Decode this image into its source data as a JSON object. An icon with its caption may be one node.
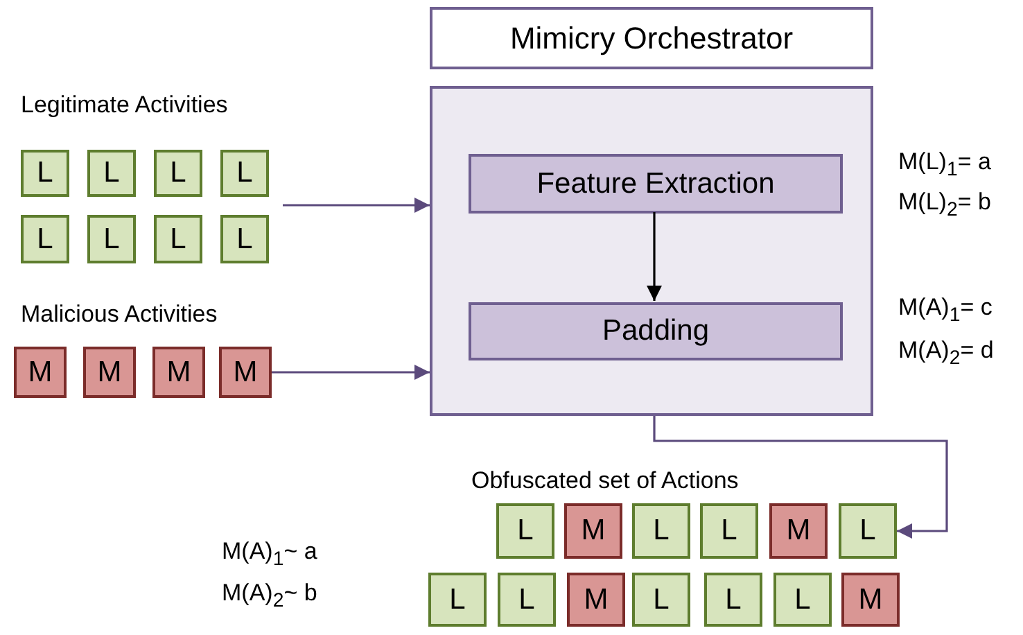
{
  "diagram": {
    "nodes": [
      {
        "text": [
          "Mimicry Orchestrator"
        ]
      },
      {
        "text": [
          "L"
        ]
      },
      {
        "text": [
          "L"
        ]
      },
      {
        "text": [
          "L"
        ]
      },
      {
        "text": [
          "L"
        ]
      },
      {
        "text": [
          "L"
        ]
      },
      {
        "text": [
          "L"
        ]
      },
      {
        "text": [
          "L"
        ]
      },
      {
        "text": [
          "L"
        ]
      },
      {
        "text": [
          "M"
        ]
      },
      {
        "text": [
          "M"
        ]
      },
      {
        "text": [
          "M"
        ]
      },
      {
        "text": [
          "M"
        ]
      },
      {
        "text": [],
        "shape": "box"
      },
      {
        "text": [
          "Feature Extraction"
        ],
        "in": 13
      },
      {
        "text": [
          "Padding"
        ],
        "in": 13
      },
      {
        "text": [
          "L"
        ]
      },
      {
        "text": [
          "M"
        ]
      },
      {
        "text": [
          "L"
        ]
      },
      {
        "text": [
          "L"
        ]
      },
      {
        "text": [
          "M"
        ]
      },
      {
        "text": [
          "L"
        ]
      },
      {
        "text": [
          "L"
        ]
      },
      {
        "text": [
          "L"
        ]
      },
      {
        "text": [
          "M"
        ]
      },
      {
        "text": [
          "L"
        ]
      },
      {
        "text": [
          "L"
        ]
      },
      {
        "text": [
          "L"
        ]
      },
      {
        "text": [
          "M"
        ]
      }
    ],
    "edges": [
      {
        "from": 4,
        "to": 13,
        "arrow": "to"
      },
      {
        "from": 12,
        "to": 13,
        "arrow": "to"
      },
      {
        "from": 14,
        "to": 15,
        "arrow": "to",
        "color": "#000000"
      },
      {
        "from": 13,
        "to": 21,
        "arrow": "to"
      }
    ],
    "labels": [
      "Legitimate Activities",
      "Malicious Activities",
      "M(L)$_{1}$= a",
      "M(L)$_{2}$= b",
      "M(A)$_{1}$= c",
      "M(A)$_{2}$= d",
      "Obfuscated set of Actions",
      "M(A)$_{1}$~ a",
      "M(A)$_{2}$~ b"
    ]
  }
}
